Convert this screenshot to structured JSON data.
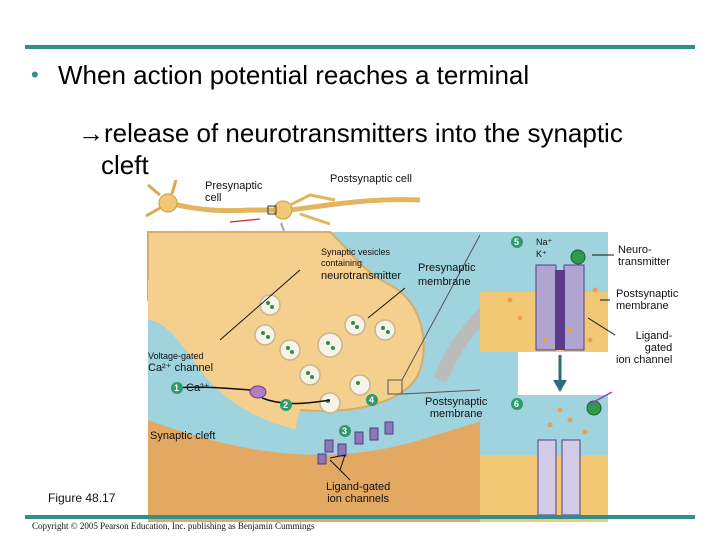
{
  "slide": {
    "bullet": "When action potential reaches a terminal",
    "subline1": "→release of neurotransmitters into the synaptic",
    "subline2": "cleft"
  },
  "labels": {
    "presynaptic_cell": "Presynaptic\ncell",
    "postsynaptic_cell": "Postsynaptic cell",
    "vesicles_line1": "Synaptic vesicles",
    "vesicles_line2": "containing",
    "vesicles_line3": "neurotransmitter",
    "presynaptic_membrane_1": "Presynaptic",
    "presynaptic_membrane_2": "membrane",
    "na": "Na⁺",
    "k": "K⁺",
    "neurotransmitter": "Neuro-\ntransmitter",
    "postsynaptic_membrane_right": "Postsynaptic\nmembrane",
    "ligand_gated_right": "Ligand-\ngated\nion channel",
    "voltage_gated_1": "Voltage-gated",
    "voltage_gated_2": "Ca²⁺ channel",
    "ca": "Ca²⁺",
    "postsynaptic_membrane_mid": "Postsynaptic\nmembrane",
    "synaptic_cleft": "Synaptic cleft",
    "ligand_gated_bottom": "Ligand-gated\nion channels",
    "figure": "Figure 48.17",
    "copyright": "Copyright © 2005 Pearson Education, Inc. publishing as Benjamin Cummings"
  },
  "steps": [
    "1",
    "2",
    "3",
    "4",
    "5",
    "6"
  ],
  "colors": {
    "rule": "#2f8f8a",
    "terminal": "#f5cf8e",
    "postsynaptic": "#e3a862",
    "cleft": "#9fd3de",
    "step": "#2e9a6e"
  }
}
